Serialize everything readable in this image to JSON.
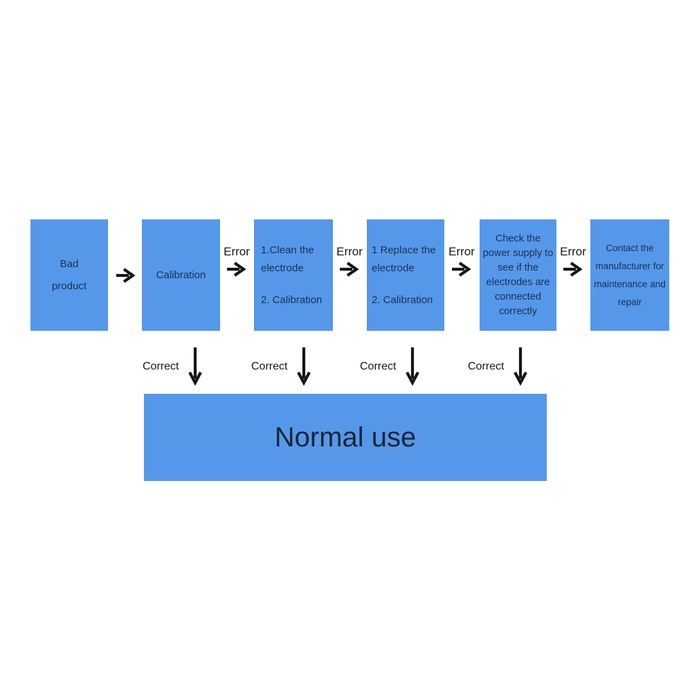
{
  "diagram": {
    "boxes": [
      {
        "id": "bad-product",
        "line1": "Bad",
        "line2": "product"
      },
      {
        "id": "calibration",
        "line1": "Calibration"
      },
      {
        "id": "clean-electrode",
        "step1": "1.Clean the electrode",
        "step2": "2. Calibration"
      },
      {
        "id": "replace-electrode",
        "step1": "1 Replace the electrode",
        "step2": "2. Calibration"
      },
      {
        "id": "check-power-supply",
        "text": "Check the power supply to see if the electrodes are connected correctly"
      },
      {
        "id": "contact-manufacturer",
        "text": "Contact the manufacturer for maintenance and repair"
      }
    ],
    "labels": {
      "error": "Error",
      "correct": "Correct"
    },
    "result_box": {
      "text": "Normal use"
    },
    "colors": {
      "box_fill": "#5598ea",
      "box_text": "#1c3050",
      "label_text": "#161616",
      "arrow": "#161616",
      "background": "#ffffff"
    }
  }
}
